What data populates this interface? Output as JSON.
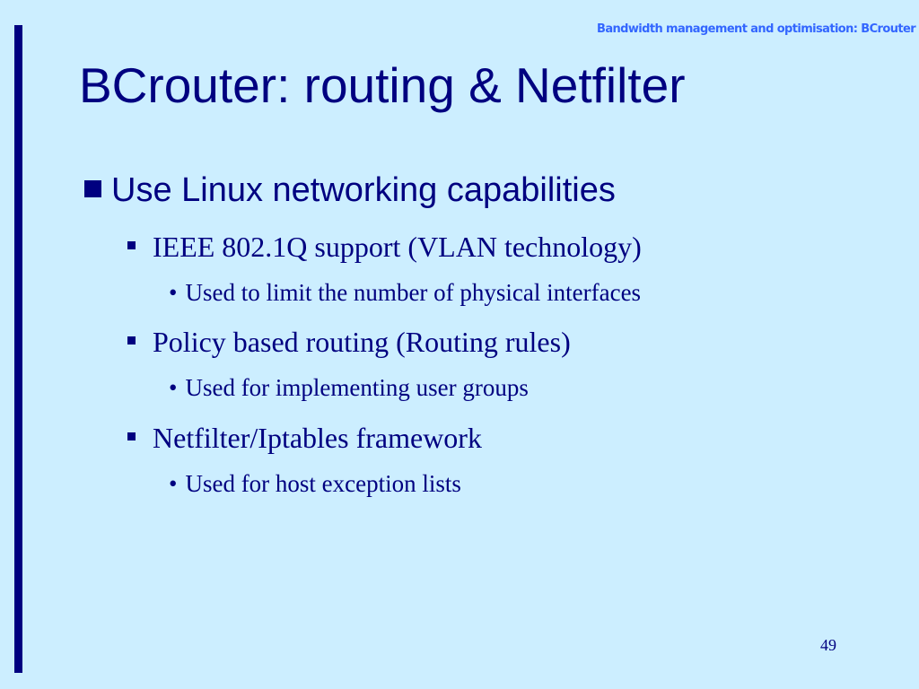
{
  "header": {
    "running_title": "Bandwidth management and optimisation: BCrouter"
  },
  "slide": {
    "title": "BCrouter: routing & Netfilter",
    "bullet": "Use Linux networking capabilities",
    "items": [
      {
        "label": "IEEE 802.1Q support (VLAN technology)",
        "sub": "Used to limit the number of physical interfaces"
      },
      {
        "label": "Policy based routing (Routing rules)",
        "sub": "Used for implementing user groups"
      },
      {
        "label": "Netfilter/Iptables framework",
        "sub": "Used for host exception lists"
      }
    ],
    "level3_bullet_glyph": "•",
    "page_number": "49"
  },
  "colors": {
    "background": "#cceeff",
    "text": "#000080",
    "header": "#3366ff",
    "left_bar": "#000080"
  }
}
